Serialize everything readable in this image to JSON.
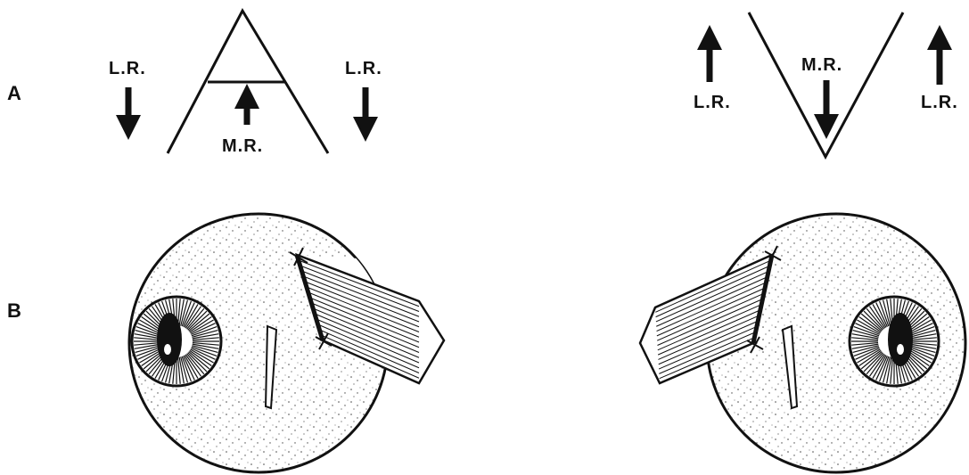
{
  "panel_labels": {
    "a": "A",
    "b": "B"
  },
  "a_pattern": {
    "lr_left": "L.R.",
    "lr_right": "L.R.",
    "mr": "M.R."
  },
  "v_pattern": {
    "lr_left": "L.R.",
    "lr_right": "L.R.",
    "mr": "M.R."
  },
  "colors": {
    "ink": "#111111",
    "paper": "#ffffff"
  }
}
